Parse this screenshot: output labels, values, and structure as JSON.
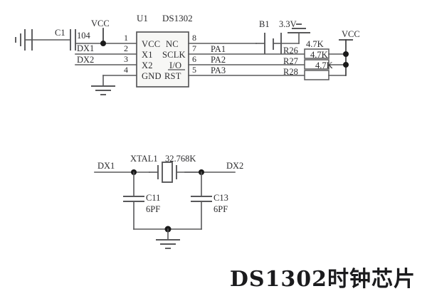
{
  "page": {
    "title_cn": "DS1302时钟芯片",
    "background": "#ffffff",
    "line_color": "#58585a",
    "text_color": "#2b2b2d"
  },
  "ic": {
    "refdes": "U1",
    "part": "DS1302",
    "pins_left": [
      {
        "number": "1",
        "name": "VCC",
        "net": "104"
      },
      {
        "number": "2",
        "name": "X1",
        "net": "DX1"
      },
      {
        "number": "3",
        "name": "X2",
        "net": "DX2"
      },
      {
        "number": "4",
        "name": "GND",
        "net": "GND"
      }
    ],
    "pins_right": [
      {
        "number": "8",
        "name": "NC",
        "net": ""
      },
      {
        "number": "7",
        "name": "SCLK",
        "net": "PA1"
      },
      {
        "number": "6",
        "name": "I/O",
        "net": "PA2"
      },
      {
        "number": "5",
        "name": "RST",
        "net": "PA3"
      }
    ]
  },
  "nets": {
    "vcc_left": "VCC",
    "vcc_right": "VCC",
    "dx1": "DX1",
    "dx2": "DX2",
    "pa1": "PA1",
    "pa2": "PA2",
    "pa3": "PA3",
    "cap_value_104": "104"
  },
  "components": {
    "c1": {
      "refdes": "C1",
      "value": "104"
    },
    "battery": {
      "refdes": "B1",
      "value": "3.3V"
    },
    "resistors": [
      {
        "refdes": "R26",
        "value": "4.7K",
        "net": "PA1"
      },
      {
        "refdes": "R27",
        "value": "4.7K",
        "net": "PA2"
      },
      {
        "refdes": "R28",
        "value": "4.7K",
        "net": "PA3"
      }
    ],
    "crystal": {
      "refdes": "XTAL1",
      "value": "32.768K"
    },
    "load_caps": [
      {
        "refdes": "C11",
        "value": "6PF"
      },
      {
        "refdes": "C13",
        "value": "6PF"
      }
    ]
  },
  "lower_circuit": {
    "left_net": "DX1",
    "right_net": "DX2"
  }
}
